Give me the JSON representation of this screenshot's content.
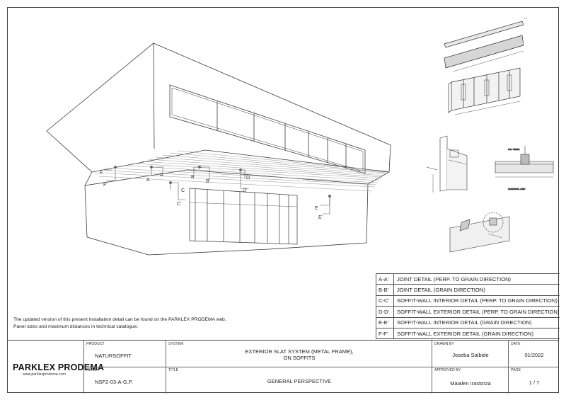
{
  "colors": {
    "line": "#3a3a3a",
    "thin": "#777777",
    "background": "#ffffff"
  },
  "section_marks": {
    "a": "A",
    "a_prime": "A'",
    "b": "B",
    "b_prime": "B'",
    "c": "C",
    "c_prime": "C'",
    "d": "D",
    "d_prime": "D'",
    "e": "E",
    "e_prime": "E'",
    "f": "F",
    "f_prime": "F'"
  },
  "legend": [
    {
      "code": "A-A'",
      "text": "JOINT DETAIL (PERP. TO GRAIN DIRECTION)"
    },
    {
      "code": "B-B'",
      "text": "JOINT DETAIL (GRAIN DIRECTION)"
    },
    {
      "code": "C-C'",
      "text": "SOFFIT-WALL INTERIOR DETAIL (PERP. TO GRAIN DIRECTION)"
    },
    {
      "code": "D-D'",
      "text": "SOFFIT-WALL EXTERIOR DETAIL (PERP. TO GRAIN DIRECTION)"
    },
    {
      "code": "E-E'",
      "text": "SOFFIT-WALL INTERIOR DETAIL (GRAIN DIRECTION)"
    },
    {
      "code": "F-F'",
      "text": "SOFFIT-WALL EXTERIOR DETAIL (GRAIN DIRECTION)"
    }
  ],
  "notes": {
    "line1": "The updated version of this present installation detail can be found on the PARKLEX PRODEMA web.",
    "line2": "Panel sizes and maximum distances in technical catalogue."
  },
  "title_block": {
    "logo": "PARKLEX PRODEMA",
    "website": "www.parklexprodema.com",
    "product_label": "PRODUCT",
    "product": "NATURSOFFIT",
    "system_label": "SYSTEM",
    "system_line1": "EXTERIOR SLAT SYSTEM (METAL FRAME),",
    "system_line2": "ON SOFFITS",
    "drawn_by_label": "DRAWN BY",
    "drawn_by": "Joseba Salbide",
    "date_label": "DATE",
    "date": "01/2022",
    "plan_label": "PLAN#",
    "plan": "NSF2-03-A-G.P.",
    "title_label": "TITLE",
    "title": "GENERAL PERSPECTIVE",
    "approved_by_label": "APPROVED BY",
    "approved_by": "Maialen Irastorza",
    "page_label": "PAGE",
    "page": "1 / 7"
  }
}
